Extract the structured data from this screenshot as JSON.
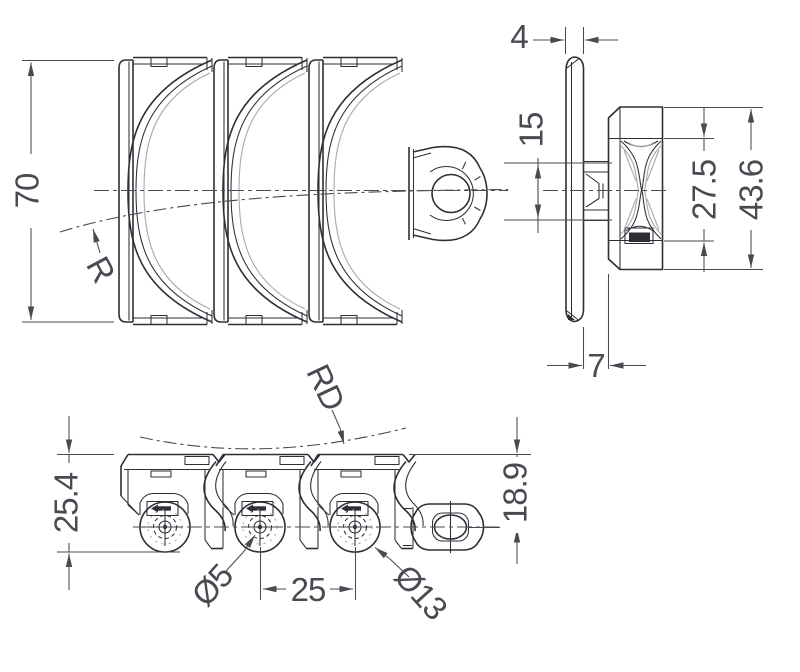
{
  "views": {
    "front": {
      "dim_height": "70",
      "radius_label": "R"
    },
    "side": {
      "dim_flight_thickness": "4",
      "dim_hinge_width": "15",
      "dim_body_height": "27.5",
      "dim_overall_height": "43.6",
      "dim_offset": "7"
    },
    "profile": {
      "dim_overall_height": "25.4",
      "radius_label": "RD",
      "dim_pin_diameter": "Ø5",
      "dim_pitch": "25",
      "dim_roller_diameter": "Ø13",
      "dim_surface_to_center": "18.9"
    }
  },
  "colors": {
    "line": "#2e2e36",
    "dim": "#4a4a52",
    "light": "#a8a8ae",
    "background": "#ffffff"
  }
}
